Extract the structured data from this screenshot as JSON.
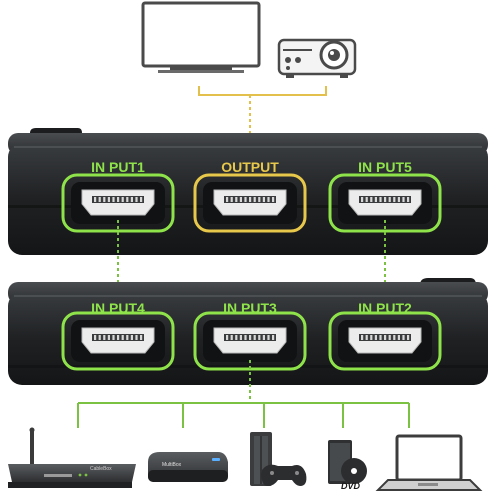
{
  "colors": {
    "input_accent": "#8fe34a",
    "output_accent": "#e8c84a",
    "input_line": "#7cc242",
    "output_line": "#e3c04b",
    "body_dark": "#1e2022"
  },
  "top_unit": {
    "ports": [
      {
        "label": "IN PUT1",
        "role": "input"
      },
      {
        "label": "OUTPUT",
        "role": "output"
      },
      {
        "label": "IN PUT5",
        "role": "input"
      }
    ]
  },
  "bottom_unit": {
    "ports": [
      {
        "label": "IN PUT4",
        "role": "input"
      },
      {
        "label": "IN PUT3",
        "role": "input"
      },
      {
        "label": "IN PUT2",
        "role": "input"
      }
    ]
  },
  "output_devices": [
    {
      "name": "tv",
      "icon": "tv-icon"
    },
    {
      "name": "projector",
      "icon": "projector-icon"
    }
  ],
  "input_devices": [
    {
      "name": "cable-box",
      "icon": "router-icon",
      "brand": "CableBox"
    },
    {
      "name": "media-box",
      "icon": "media-box-icon",
      "brand": "MultiBox"
    },
    {
      "name": "game-console",
      "icon": "game-console-icon"
    },
    {
      "name": "dvd-player",
      "icon": "dvd-player-icon",
      "badge": "DVD"
    },
    {
      "name": "laptop",
      "icon": "laptop-icon"
    }
  ]
}
